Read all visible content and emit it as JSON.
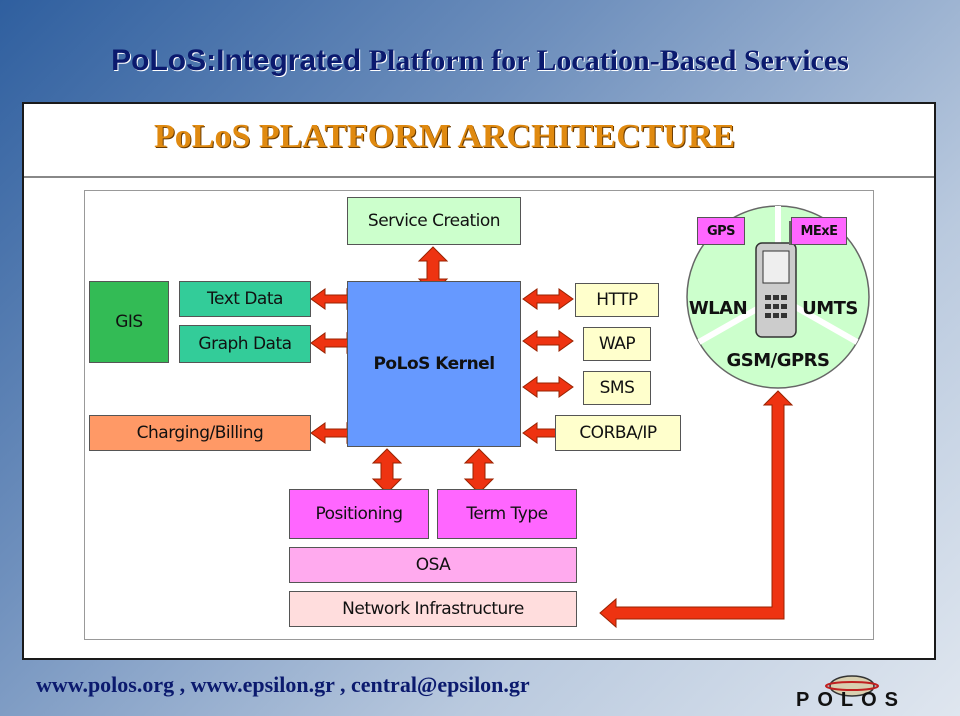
{
  "header": {
    "title_part1": "PoLoS:Integrated",
    "title_part2": " Platform for Location-Based Services"
  },
  "slide": {
    "subtitle": "PoLoS PLATFORM ARCHITECTURE"
  },
  "diagram": {
    "boxes": {
      "service_creation": "Service Creation",
      "gis": "GIS",
      "text_data": "Text Data",
      "graph_data": "Graph Data",
      "charging_billing": "Charging/Billing",
      "kernel": "PoLoS Kernel",
      "http": "HTTP",
      "wap": "WAP",
      "sms": "SMS",
      "corba_ip": "CORBA/IP",
      "positioning": "Positioning",
      "term_type": "Term Type",
      "osa": "OSA",
      "network_infrastructure": "Network Infrastructure"
    },
    "network_circle": {
      "gps": "GPS",
      "mexe": "MExE",
      "wlan": "WLAN",
      "umts": "UMTS",
      "gsm_gprs": "GSM/GPRS"
    },
    "colors": {
      "kernel": "#6699ff",
      "arrow": "#ee3311",
      "circle": "#ccffcc"
    }
  },
  "footer": {
    "links": "www.polos.org , www.epsilon.gr , central@epsilon.gr",
    "logo_text": "POLOS"
  }
}
